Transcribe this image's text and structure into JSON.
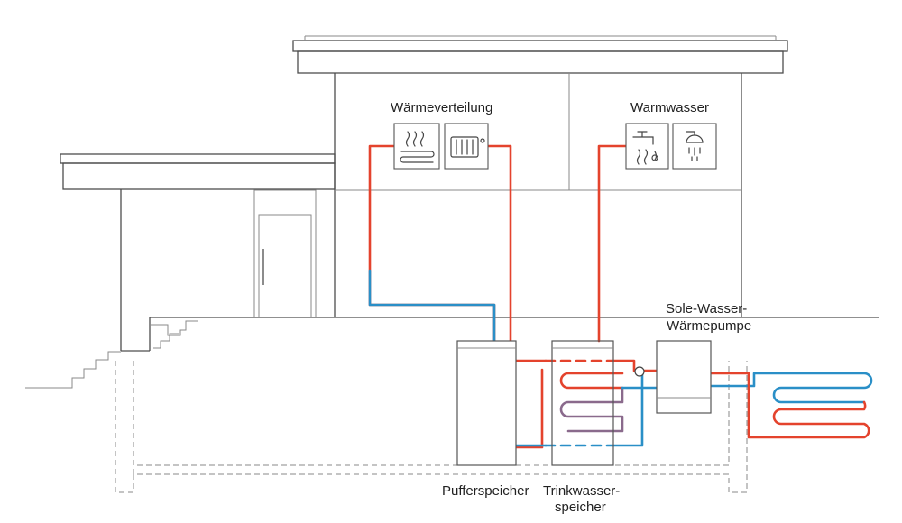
{
  "labels": {
    "heat_distribution": "Wärmeverteilung",
    "hot_water": "Warmwasser",
    "heat_pump_line1": "Sole-Wasser-",
    "heat_pump_line2": "Wärmepumpe",
    "buffer_tank": "Pufferspeicher",
    "dhw_tank_line1": "Trinkwasser-",
    "dhw_tank_line2": "speicher"
  },
  "colors": {
    "supply": "#e4432d",
    "return": "#2a8fc7",
    "brine_mix": "#8a6a8c"
  },
  "icons": {
    "floor_heating": "floor-heating-icon",
    "radiator": "radiator-icon",
    "faucet": "faucet-icon",
    "shower": "shower-icon"
  }
}
